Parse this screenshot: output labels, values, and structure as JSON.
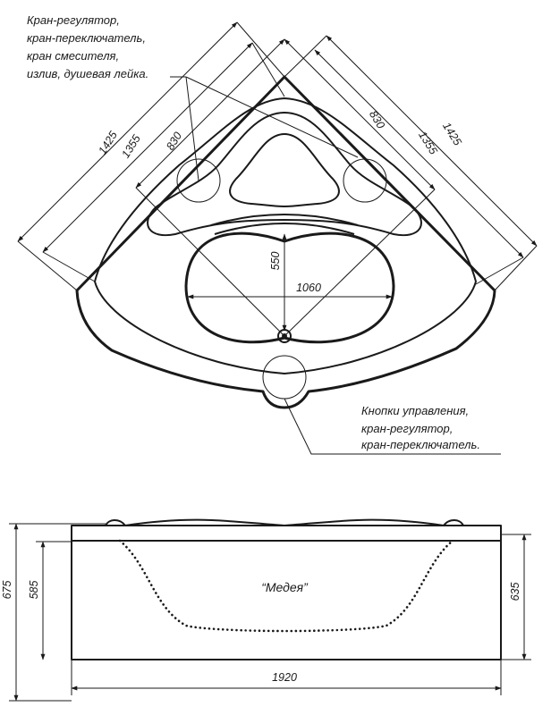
{
  "top_view": {
    "callout_faucets": [
      "Кран-регулятор,",
      "кран-переключатель,",
      "кран смесителя,",
      "излив, душевая лейка."
    ],
    "callout_buttons": [
      "Кнопки управления,",
      "кран-регулятор,",
      "кран-переключатель."
    ],
    "dims": {
      "left_outer": "1425",
      "left_mid": "1355",
      "left_inner": "830",
      "right_outer": "1425",
      "right_mid": "1355",
      "right_inner": "830",
      "depth": "550",
      "width": "1060"
    }
  },
  "side_view": {
    "model_name": "“Медея”",
    "dims": {
      "height_total": "675",
      "height_body": "585",
      "height_right": "635",
      "length": "1920"
    }
  }
}
